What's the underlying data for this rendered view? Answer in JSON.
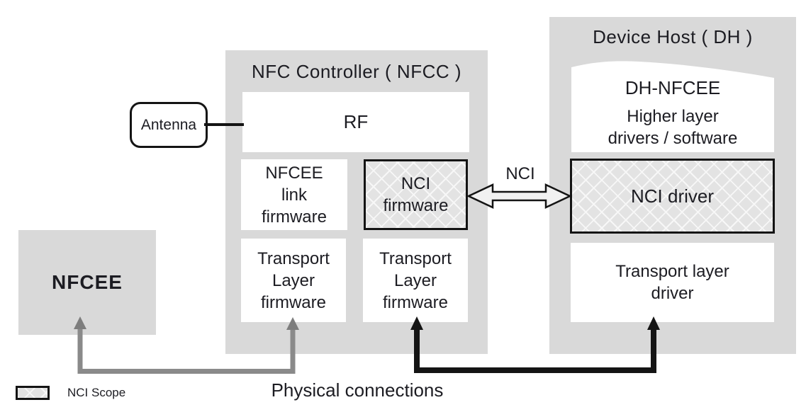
{
  "antenna": {
    "label": "Antenna"
  },
  "nfcc": {
    "title": "NFC Controller ( NFCC )",
    "rf_label": "RF",
    "nfcee_link_firmware": [
      "NFCEE",
      "link",
      "firmware"
    ],
    "nci_firmware": [
      "NCI",
      "firmware"
    ],
    "transport_left": [
      "Transport",
      "Layer",
      "firmware"
    ],
    "transport_right": [
      "Transport",
      "Layer",
      "firmware"
    ]
  },
  "dh": {
    "title": "Device Host ( DH )",
    "dh_nfcee_title": "DH-NFCEE",
    "dh_nfcee_sub": [
      "Higher layer",
      "drivers / software"
    ],
    "nci_driver": "NCI driver",
    "transport_driver": [
      "Transport layer",
      "driver"
    ]
  },
  "nfcee": {
    "label": "NFCEE"
  },
  "nci_link_label": "NCI",
  "physical_connections_label": "Physical connections",
  "legend": {
    "nci_scope_label": "NCI Scope"
  },
  "colors": {
    "container_gray": "#d9d9d9",
    "hatch_background": "#e3e3e3",
    "connector_black": "#141414",
    "connector_gray": "#8a8a8a"
  }
}
